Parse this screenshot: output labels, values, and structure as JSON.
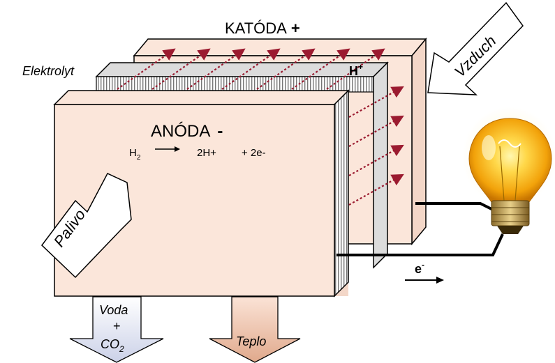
{
  "labels": {
    "katoda": "KATÓDA",
    "katoda_sign": "+",
    "elektrolyt": "Elektrolyt",
    "anoda": "ANÓDA",
    "anoda_sign": "-",
    "h_plus_base": "H",
    "h_plus_sup": "+",
    "vzduch": "Vzduch",
    "palivo": "Palivo",
    "electron_base": "e",
    "electron_sup": "-",
    "voda": "Voda",
    "plus": "+",
    "co2_base": "CO",
    "co2_sub": "2",
    "teplo": "Teplo"
  },
  "equation": {
    "h2_base": "H",
    "h2_sub": "2",
    "product": "2H+",
    "electrons": "+ 2e-"
  },
  "colors": {
    "plate": "#FBE6DA",
    "plate_edge": "#FBE6DA",
    "electrolyte": "#DCDCDC",
    "ion_arrow": "#9B1B30",
    "wire": "#000000",
    "water_arrow_top": "#FFFFFF",
    "water_arrow_bottom": "#CBD1E8",
    "heat_arrow_top": "#FBE3D6",
    "heat_arrow_bottom": "#E0A98C",
    "bulb_glow": "#FFC21A"
  },
  "icons": {
    "bulb": "light-bulb-icon"
  }
}
